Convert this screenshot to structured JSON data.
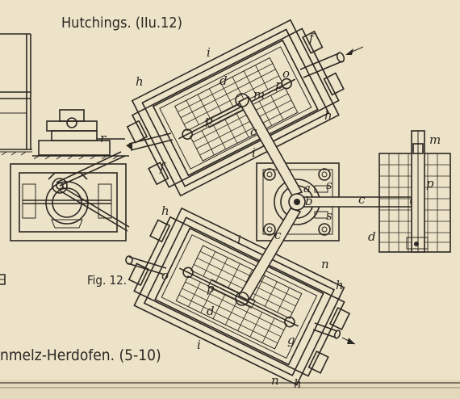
{
  "header": {
    "title": "Hutchings. (IIu.12)"
  },
  "figure": {
    "caption": "Fig. 12."
  },
  "footer": {
    "caption": "nmelz-Herdofen. (5-10)"
  },
  "labels": {
    "f": "f",
    "i": "i",
    "h": "h",
    "d": "d",
    "o": "o",
    "m": "m",
    "p": "p",
    "c": "c",
    "b": "b",
    "a": "a",
    "s": "s",
    "r": "r",
    "n": "n",
    "g": "g"
  },
  "colors": {
    "paper": "#ece3c8",
    "ink": "#2b2722"
  }
}
